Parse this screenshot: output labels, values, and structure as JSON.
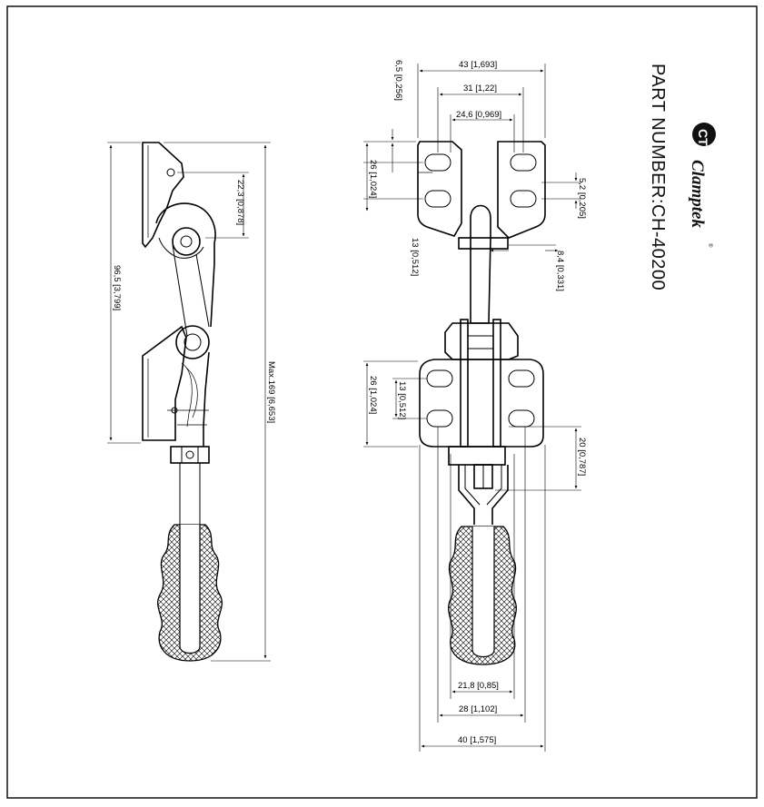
{
  "title_block": {
    "part_number_label": "PART NUMBER:",
    "part_number": "CH-40200",
    "brand_name": "Clamptek",
    "registered_mark": "®",
    "logo_letters": "CT"
  },
  "side_view": {
    "dims": {
      "overall_height": "96,5 [3,799]",
      "pivot_offset": "22,3 [0,878]",
      "max_reach": "Max.169 [6,653]"
    }
  },
  "front_view": {
    "dims": {
      "top_width": "43 [1,693]",
      "top_hole_span": "31 [1,22]",
      "top_inner_width": "24,6 [0,969]",
      "top_edge_offset": "6,5 [0,256]",
      "top_hole_pitch": "26 [1,024]",
      "top_slot_width": "5,2 [0,205]",
      "top_slot_length": "8,4 [0,331]",
      "rod_width": "13 [0,512]",
      "base_hole_pitch": "26 [1,024]",
      "base_slot_length": "13 [0,512]",
      "yoke_height": "20 [0,787]",
      "grip_width": "21,8 [0,85]",
      "mid_width": "28 [1,102]",
      "overall_width": "40 [1,575]"
    }
  }
}
